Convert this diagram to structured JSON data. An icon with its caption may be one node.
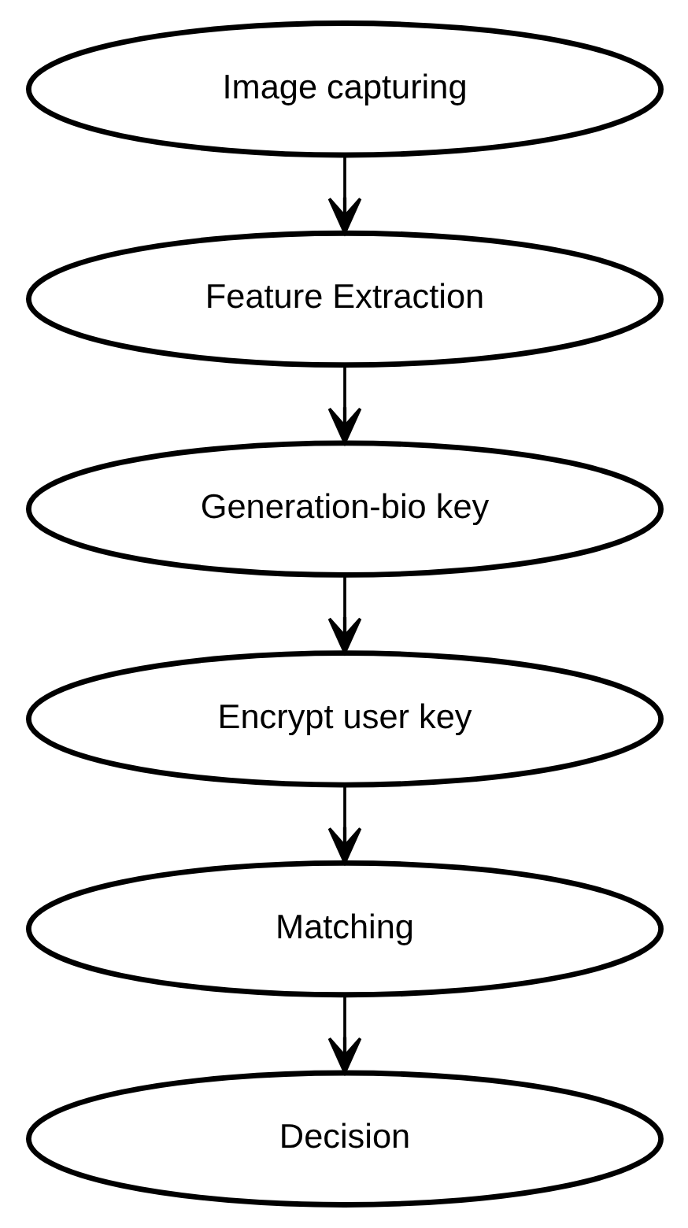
{
  "diagram": {
    "nodes": [
      {
        "text": [
          "Image capturing"
        ]
      },
      {
        "text": [
          "Feature Extraction"
        ]
      },
      {
        "text": [
          "Generation-bio key"
        ]
      },
      {
        "text": [
          "Encrypt user key"
        ]
      },
      {
        "text": [
          "Matching"
        ]
      },
      {
        "text": [
          "Decision"
        ]
      }
    ],
    "edges": [
      {
        "from": 0,
        "to": 1,
        "arrow": "to"
      },
      {
        "from": 1,
        "to": 2,
        "arrow": "to"
      },
      {
        "from": 2,
        "to": 3,
        "arrow": "to"
      },
      {
        "from": 3,
        "to": 4,
        "arrow": "to"
      },
      {
        "from": 4,
        "to": 5,
        "arrow": "to"
      }
    ]
  }
}
